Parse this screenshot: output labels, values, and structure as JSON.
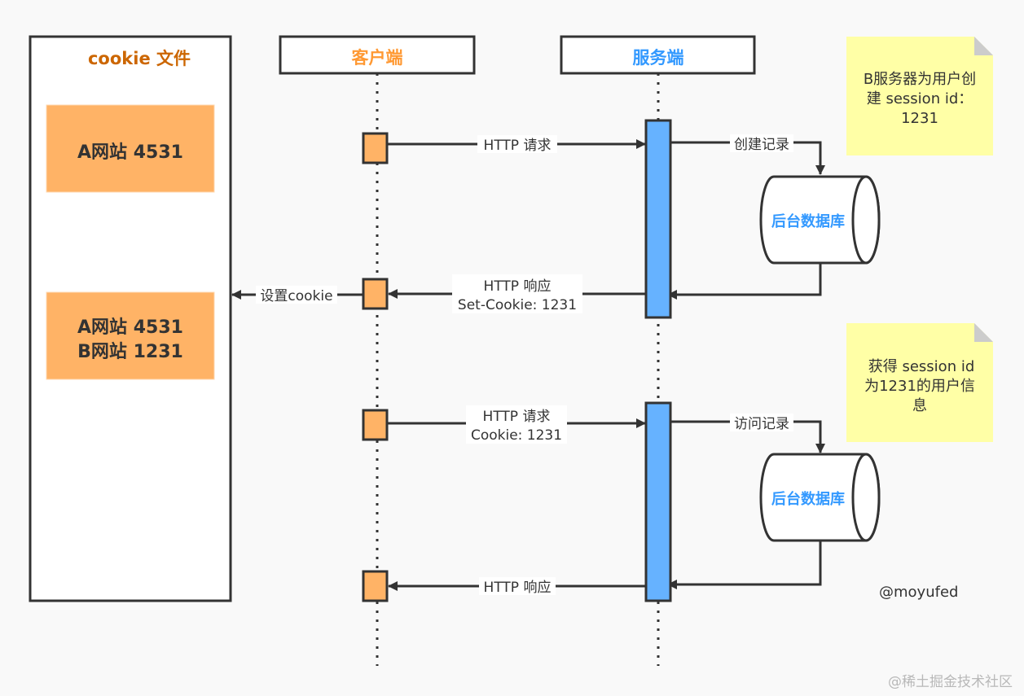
{
  "colors": {
    "background": "#f9f9f9",
    "stroke": "#333333",
    "client_accent": "#ff9933",
    "server_accent": "#3399ff",
    "activation_client": "#ffb366",
    "activation_server": "#66b2ff",
    "cookie_entry_fill": "#ffb366",
    "cookie_title": "#cc6600",
    "note_fill": "#ffffa6",
    "note_fold": "#cccccc"
  },
  "cookie_file": {
    "title": "cookie 文件",
    "entries": [
      {
        "lines": [
          "A网站 4531"
        ]
      },
      {
        "lines": [
          "A网站 4531",
          "B网站 1231"
        ]
      }
    ]
  },
  "actors": {
    "client": "客户端",
    "server": "服务端"
  },
  "messages": {
    "request1": "HTTP 请求",
    "create_record": "创建记录",
    "response1_line1": "HTTP 响应",
    "response1_line2": "Set-Cookie: 1231",
    "set_cookie": "设置cookie",
    "request2_line1": "HTTP 请求",
    "request2_line2": "Cookie: 1231",
    "access_record": "访问记录",
    "response2": "HTTP 响应"
  },
  "databases": [
    {
      "label": "后台数据库"
    },
    {
      "label": "后台数据库"
    }
  ],
  "notes": [
    {
      "lines": [
        "B服务器为用户创",
        "建 session id：",
        "1231"
      ]
    },
    {
      "lines": [
        "获得 session id",
        "为1231的用户信",
        "息"
      ]
    }
  ],
  "credit": "@moyufed",
  "watermark": "@稀土掘金技术社区"
}
